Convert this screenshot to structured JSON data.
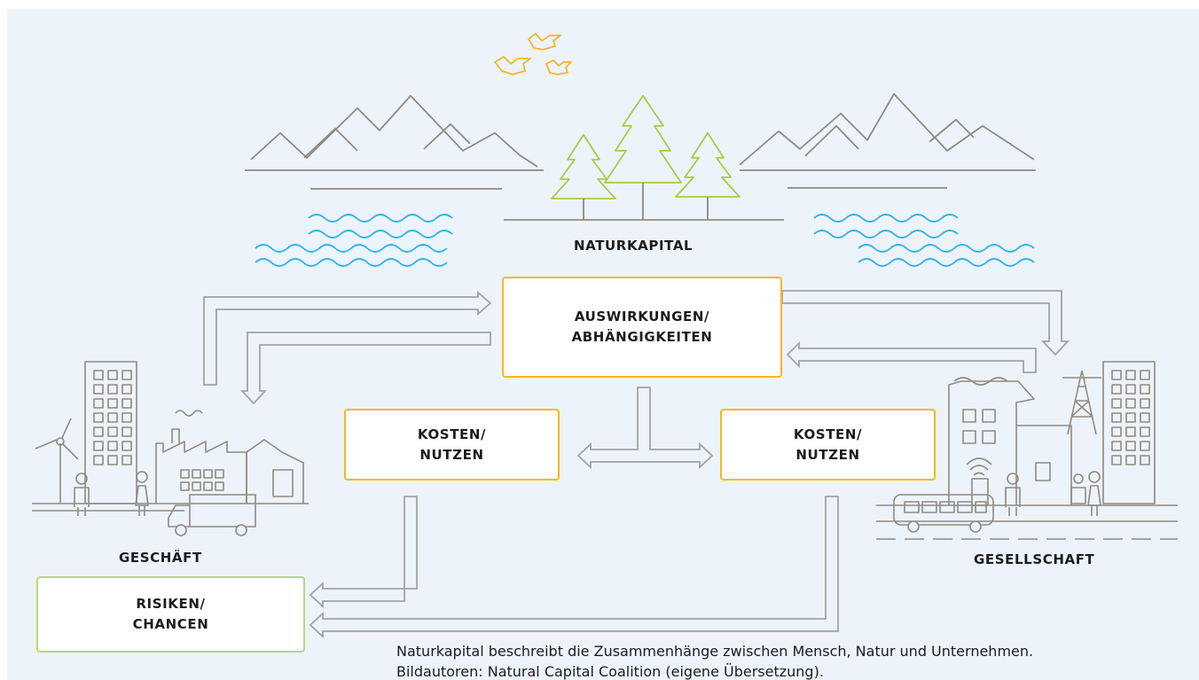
{
  "labels": {
    "naturkapital": "NATURKAPITAL",
    "geschaeft": "GESCHÄFT",
    "gesellschaft": "GESELLSCHAFT"
  },
  "boxes": {
    "auswirkungen": "AUSWIRKUNGEN/\nABHÄNGIGKEITEN",
    "kosten_left": "KOSTEN/\nNUTZEN",
    "kosten_right": "KOSTEN/\nNUTZEN",
    "risiken": "RISIKEN/\nCHANCEN"
  },
  "caption": {
    "line1": "Naturkapital beschreibt die Zusammenhänge zwischen Mensch, Natur und Unternehmen.",
    "line2": "Bildautoren: Natural Capital Coalition (eigene Übersetzung)."
  },
  "colors": {
    "background": "#edf3fb",
    "box_border_orange": "#f5b81c",
    "box_border_green": "#b9d77e",
    "arrow": "#a3a3a3",
    "landscape_line": "#8f8a80",
    "tree": "#a7cc49",
    "water": "#2bb5e8",
    "bird": "#f3b628"
  },
  "icons": [
    "bird-icon",
    "mountain-icon",
    "tree-icon",
    "wave-icon",
    "office-building-icon",
    "wind-turbine-icon",
    "factory-icon",
    "truck-icon",
    "person-icon",
    "house-icon",
    "power-tower-icon",
    "bus-icon"
  ]
}
